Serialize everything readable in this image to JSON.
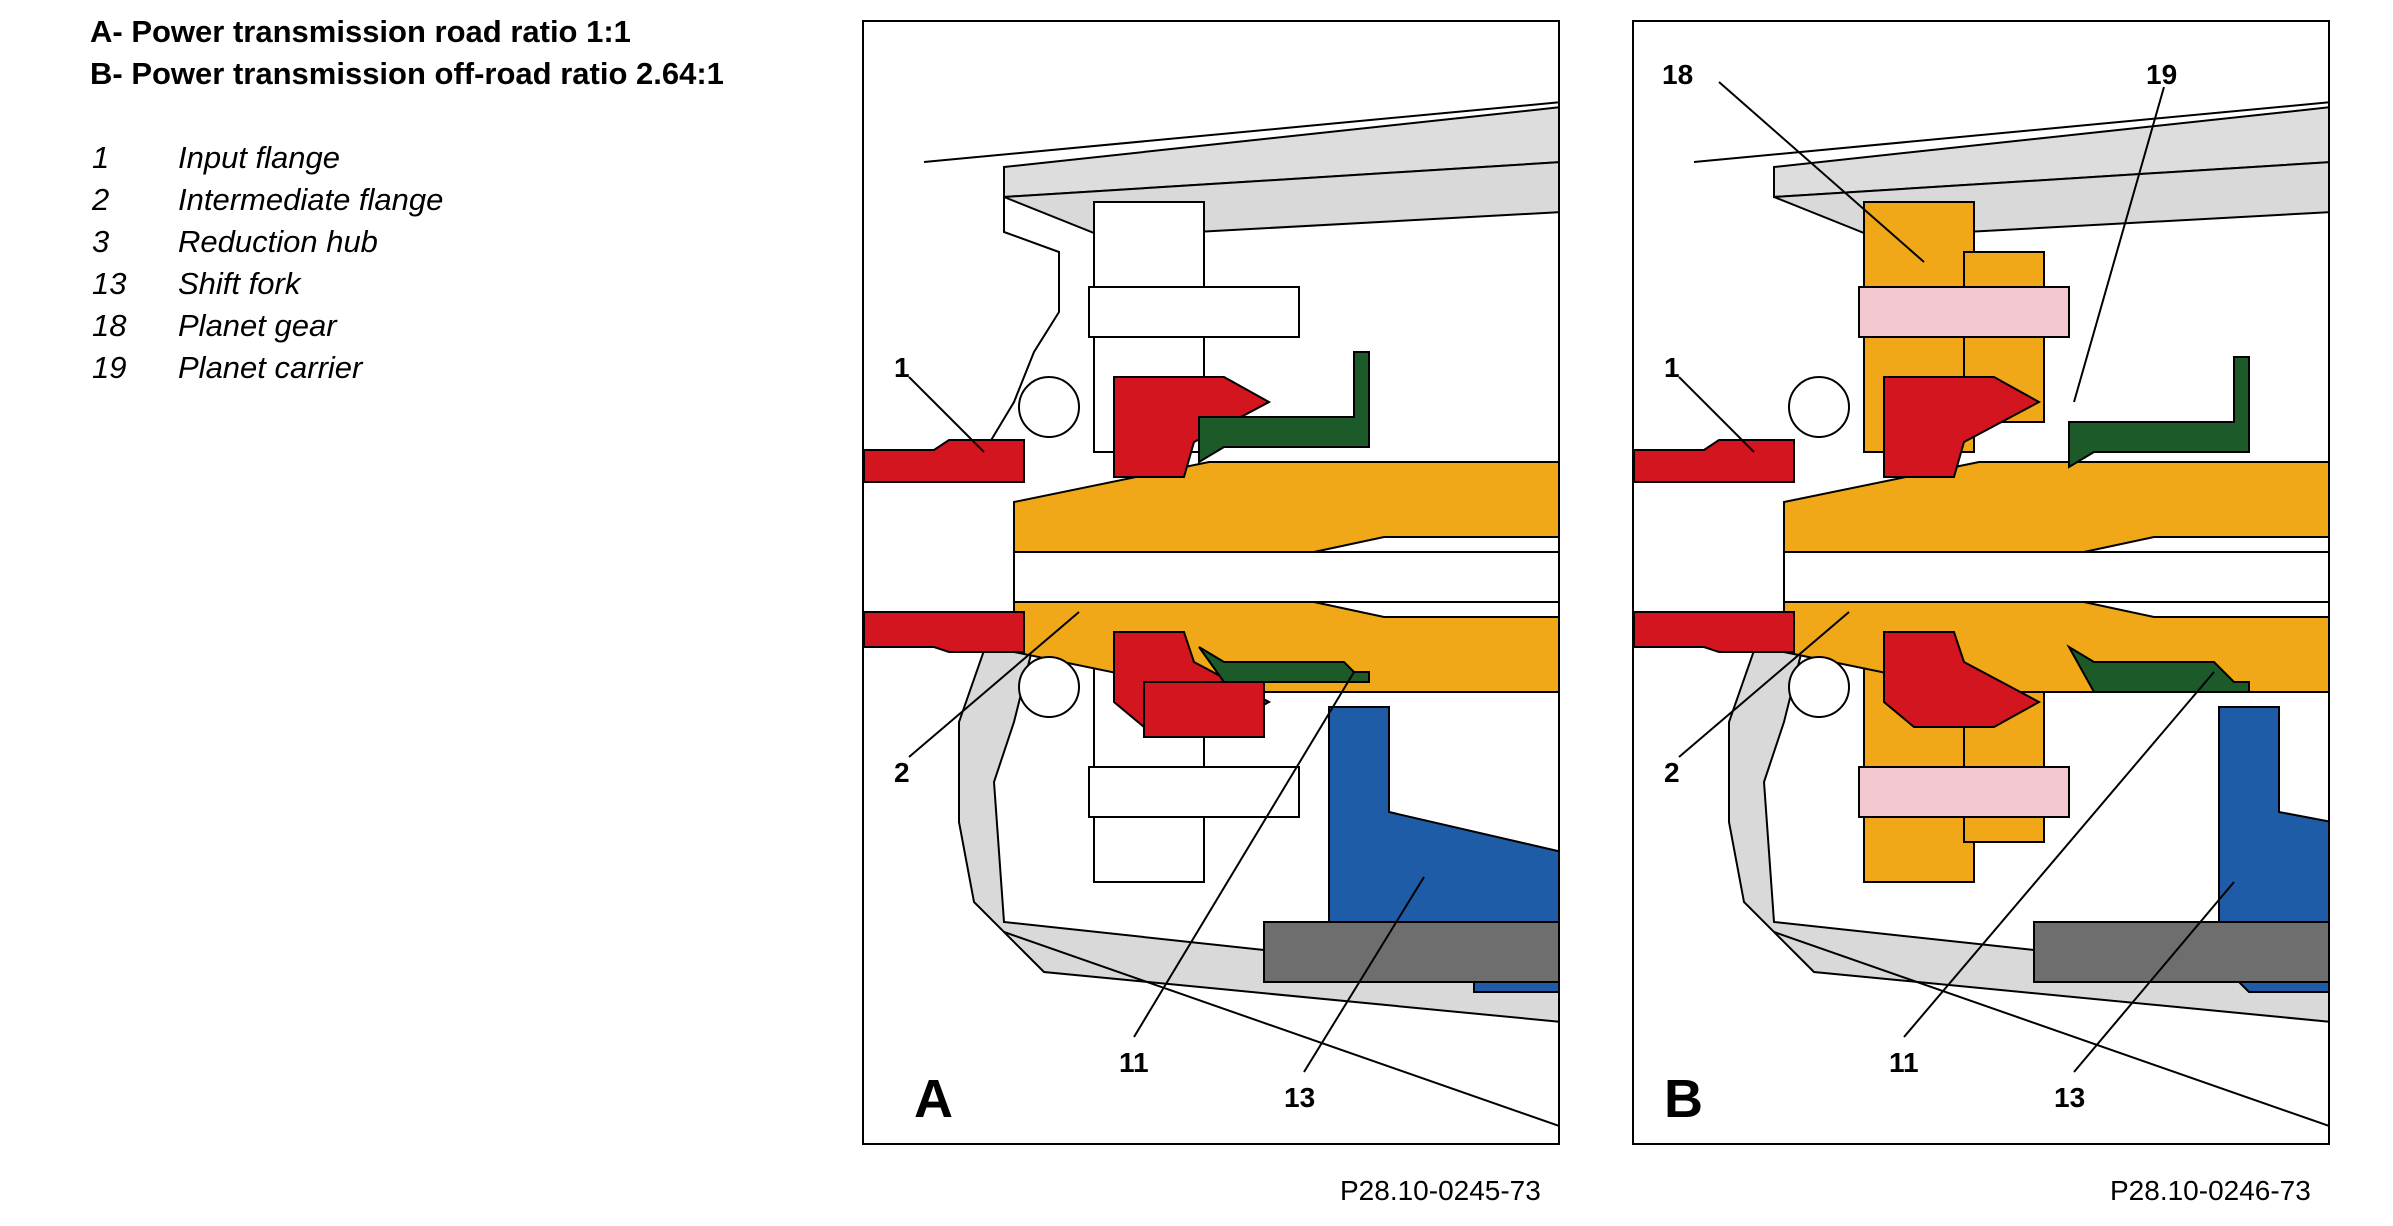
{
  "headings": {
    "a": "A- Power transmission road ratio 1:1",
    "b": "B- Power transmission off-road ratio 2.64:1"
  },
  "legend": [
    {
      "num": "1",
      "label": "Input flange"
    },
    {
      "num": "2",
      "label": "Intermediate flange"
    },
    {
      "num": "3",
      "label": "Reduction hub"
    },
    {
      "num": "13",
      "label": "Shift fork"
    },
    {
      "num": "18",
      "label": "Planet gear"
    },
    {
      "num": "19",
      "label": "Planet carrier"
    }
  ],
  "panels": [
    {
      "letter": "A",
      "ref": "P28.10-0245-73",
      "callouts": {
        "c1": "1",
        "c2": "2",
        "c11": "11",
        "c13": "13"
      }
    },
    {
      "letter": "B",
      "ref": "P28.10-0246-73",
      "callouts": {
        "c1": "1",
        "c2": "2",
        "c11": "11",
        "c13": "13",
        "c18": "18",
        "c19": "19"
      }
    }
  ],
  "colors": {
    "input_flange": "#d2151e",
    "hub": "#f0a818",
    "shift_sleeve": "#1c5a2a",
    "shift_fork": "#1f5ca8",
    "housing": "#d9d9d9",
    "planet_pin": "#f4c8d0",
    "shaft_dark": "#6e6e6e"
  }
}
